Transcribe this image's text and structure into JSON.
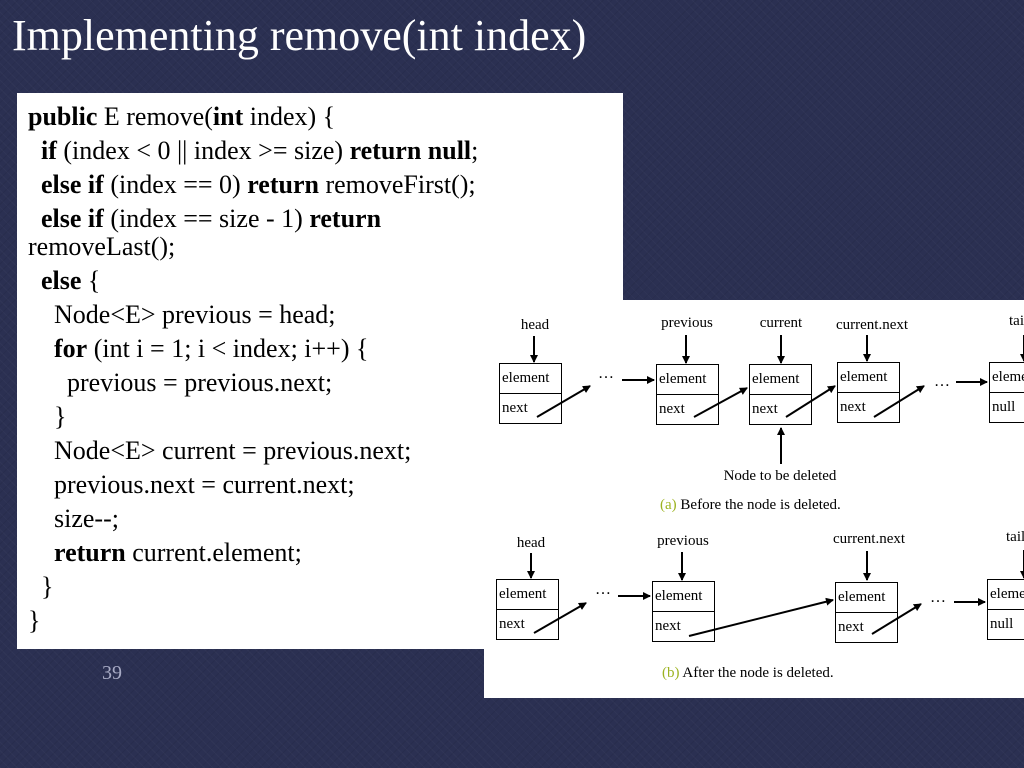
{
  "slide": {
    "title": "Implementing remove(int index)",
    "number": "39"
  },
  "code": {
    "lines": [
      [
        {
          "t": "public",
          "b": true
        },
        {
          "t": " E remove("
        },
        {
          "t": "int",
          "b": true
        },
        {
          "t": " index) {"
        }
      ],
      [
        {
          "t": "  "
        },
        {
          "t": "if",
          "b": true
        },
        {
          "t": " (index < 0 || index >= size) "
        },
        {
          "t": "return null",
          "b": true
        },
        {
          "t": ";"
        }
      ],
      [
        {
          "t": "  "
        },
        {
          "t": "else if",
          "b": true
        },
        {
          "t": " (index == 0) "
        },
        {
          "t": "return",
          "b": true
        },
        {
          "t": " removeFirst();"
        }
      ],
      [
        {
          "t": "  "
        },
        {
          "t": "else if",
          "b": true
        },
        {
          "t": " (index == size - 1) "
        },
        {
          "t": "return",
          "b": true
        }
      ],
      [
        {
          "t": "removeLast();"
        }
      ],
      [
        {
          "t": "  "
        },
        {
          "t": "else",
          "b": true
        },
        {
          "t": " {"
        }
      ],
      [
        {
          "t": "    Node<E> previous = head;"
        }
      ],
      [
        {
          "t": "    "
        },
        {
          "t": "for",
          "b": true
        },
        {
          "t": " (int i = 1; i < index; i++) {"
        }
      ],
      [
        {
          "t": "      previous = previous.next;"
        }
      ],
      [
        {
          "t": "    }"
        }
      ],
      [
        {
          "t": "    Node<E> current = previous.next;"
        }
      ],
      [
        {
          "t": "    previous.next = current.next;"
        }
      ],
      [
        {
          "t": "    size--;"
        }
      ],
      [
        {
          "t": "    "
        },
        {
          "t": "return",
          "b": true
        },
        {
          "t": " current.element;"
        }
      ],
      [
        {
          "t": "  }"
        }
      ],
      [
        {
          "t": "}"
        }
      ]
    ]
  },
  "diagram": {
    "colors": {
      "caption_letter": "#9cb320",
      "stroke": "#000000"
    },
    "before": {
      "labels": {
        "head": "head",
        "previous": "previous",
        "current": "current",
        "current_next": "current.next",
        "tail": "tail",
        "node_to_delete": "Node to be deleted"
      },
      "caption_letter": "(a)",
      "caption_text": " Before the node is deleted.",
      "ellipsis": "…",
      "node_element": "element",
      "node_next": "next",
      "node_null": "null"
    },
    "after": {
      "labels": {
        "head": "head",
        "previous": "previous",
        "current_next": "current.next",
        "tail": "tail"
      },
      "caption_letter": "(b)",
      "caption_text": " After the node is deleted.",
      "ellipsis": "…",
      "node_element": "element",
      "node_next": "next",
      "node_null": "null"
    }
  }
}
